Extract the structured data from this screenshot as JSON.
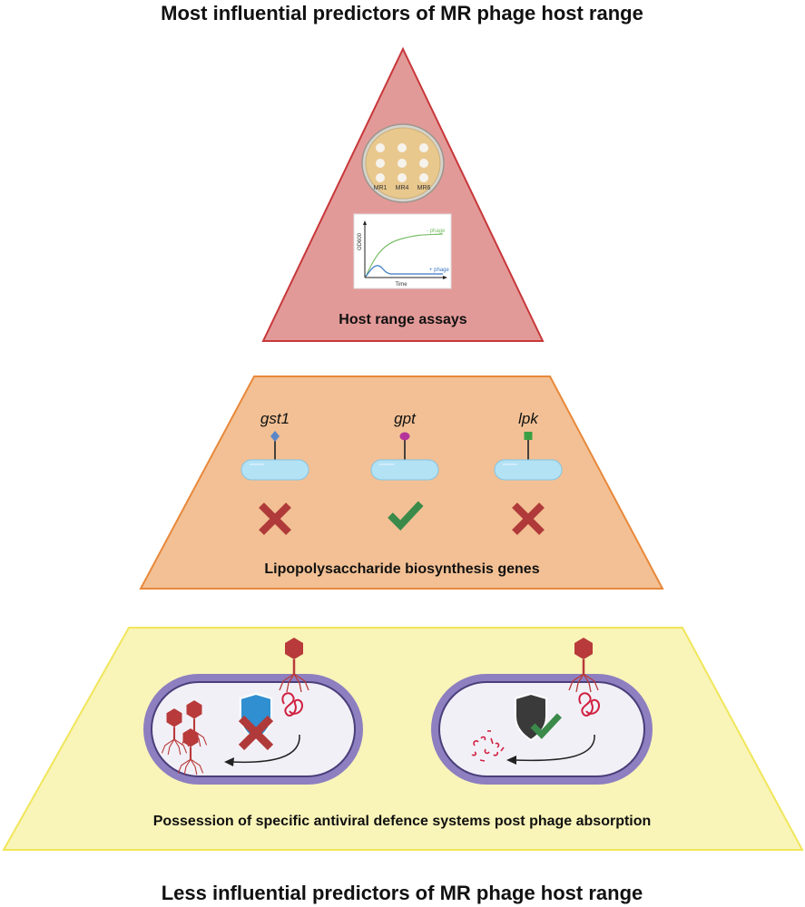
{
  "title_top": "Most influential predictors of MR phage host range",
  "title_bottom": "Less influential predictors of MR phage host range",
  "colors": {
    "tier1_fill": "#e29a98",
    "tier1_stroke": "#c8373a",
    "tier2_fill": "#f2c094",
    "tier2_stroke": "#e8883a",
    "tier3_fill": "#f9f4b8",
    "tier3_stroke": "#f0e65a",
    "cross": "#b03a3a",
    "check": "#3b8a4a",
    "cell_wall": "#8d7fc0",
    "cell_inner": "#f2f0f7",
    "phage": "#b83a3a",
    "dna": "#d02040"
  },
  "tiers": [
    {
      "label": "Host range assays",
      "plate": {
        "icon": "petri-dish-icon",
        "labels": [
          "MR1",
          "MR4",
          "MR6"
        ]
      },
      "growth_curve": {
        "icon": "growth-curve-icon",
        "ylabel": "OD600",
        "xlabel": "Time",
        "series": [
          {
            "name": "- phage",
            "color": "#7cbf6a"
          },
          {
            "name": "+ phage",
            "color": "#3a78c2"
          }
        ]
      }
    },
    {
      "label": "Lipopolysaccharide biosynthesis genes",
      "genes": [
        {
          "name": "gst1",
          "marker": "diamond",
          "marker_color": "#5b87c9",
          "result": "cross"
        },
        {
          "name": "gpt",
          "marker": "circle",
          "marker_color": "#b4349c",
          "result": "check"
        },
        {
          "name": "lpk",
          "marker": "square",
          "marker_color": "#3aa043",
          "result": "cross"
        }
      ]
    },
    {
      "label": "Possession of specific antiviral defence systems post phage absorption",
      "cells": [
        {
          "name": "defence-failed",
          "shield_color": "#2f8fd0",
          "result": "cross",
          "outcome": "phage-replication"
        },
        {
          "name": "defence-success",
          "shield_color": "#3a3a3a",
          "result": "check",
          "outcome": "dna-degraded"
        }
      ]
    }
  ]
}
